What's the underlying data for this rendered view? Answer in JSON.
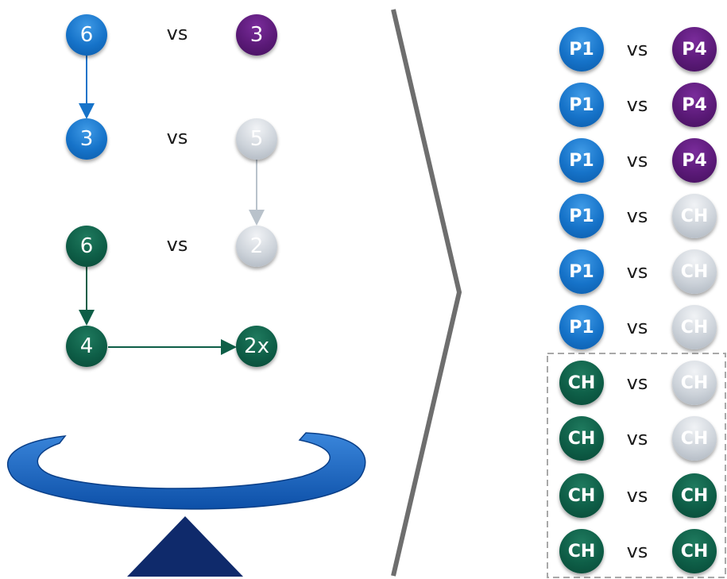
{
  "left_panel": {
    "rows": [
      {
        "left": "6",
        "left_color": "blue",
        "vs": "vs",
        "right": "3",
        "right_color": "purple"
      },
      {
        "left": "3",
        "left_color": "blue",
        "vs": "vs",
        "right": "5",
        "right_color": "gray"
      },
      {
        "left": "6",
        "left_color": "green",
        "vs": "vs",
        "right": "2",
        "right_color": "gray"
      },
      {
        "left": "4",
        "left_color": "green",
        "right": "2x",
        "right_color": "green"
      }
    ]
  },
  "right_panel": {
    "rows": [
      {
        "left": "P1",
        "left_color": "blue",
        "vs": "vs",
        "right": "P4",
        "right_color": "purple"
      },
      {
        "left": "P1",
        "left_color": "blue",
        "vs": "vs",
        "right": "P4",
        "right_color": "purple"
      },
      {
        "left": "P1",
        "left_color": "blue",
        "vs": "vs",
        "right": "P4",
        "right_color": "purple"
      },
      {
        "left": "P1",
        "left_color": "blue",
        "vs": "vs",
        "right": "CH",
        "right_color": "gray"
      },
      {
        "left": "P1",
        "left_color": "blue",
        "vs": "vs",
        "right": "CH",
        "right_color": "gray"
      },
      {
        "left": "P1",
        "left_color": "blue",
        "vs": "vs",
        "right": "CH",
        "right_color": "gray"
      },
      {
        "left": "CH",
        "left_color": "green",
        "vs": "vs",
        "right": "CH",
        "right_color": "gray"
      },
      {
        "left": "CH",
        "left_color": "green",
        "vs": "vs",
        "right": "CH",
        "right_color": "gray"
      },
      {
        "left": "CH",
        "left_color": "green",
        "vs": "vs",
        "right": "CH",
        "right_color": "green"
      },
      {
        "left": "CH",
        "left_color": "green",
        "vs": "vs",
        "right": "CH",
        "right_color": "green"
      }
    ]
  },
  "colors": {
    "blue": "#1673c9",
    "purple": "#5b1a78",
    "green": "#0e5e47",
    "gray": "#cdd3da",
    "divider": "#6e6e6e",
    "balance_ring": "#1565c8",
    "balance_base": "#0f2a6b",
    "arrow_blue": "#1673c9",
    "arrow_gray": "#b9c2cb",
    "arrow_green": "#0e5e47"
  },
  "icons": {
    "divider": "chevron-right-divider",
    "balance": "rotating-balance-icon"
  }
}
